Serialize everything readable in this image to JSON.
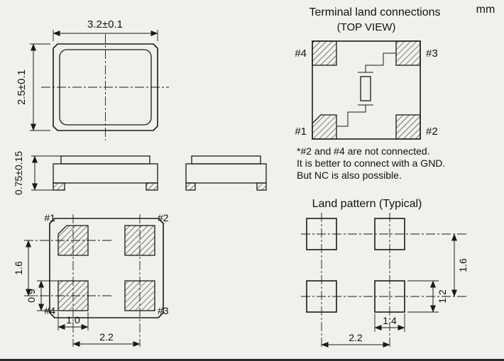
{
  "units_label": "mm",
  "top_view": {
    "width_dim": "3.2±0.1",
    "height_dim": "2.5±0.1"
  },
  "front_view": {
    "height_dim": "0.75±0.15"
  },
  "bottom_view": {
    "pad_labels": {
      "top_left": "#1",
      "top_right": "#2",
      "bottom_left": "#4",
      "bottom_right": "#3"
    },
    "dims": {
      "row_pitch": "1.6",
      "pad_height": "0.9",
      "pad_width": "1.0",
      "col_pitch": "2.2"
    }
  },
  "terminal_land": {
    "title": "Terminal land connections",
    "subtitle": "(TOP VIEW)",
    "pad_labels": {
      "top_left": "#4",
      "top_right": "#3",
      "bottom_left": "#1",
      "bottom_right": "#2"
    },
    "notes": {
      "line1": "*#2 and #4 are not connected.",
      "line2": "It is better to connect with a GND.",
      "line3": "But NC is also possible."
    }
  },
  "land_pattern": {
    "title": "Land pattern (Typical)",
    "dims": {
      "row_pitch": "1.6",
      "pad_height": "1.2",
      "pad_width": "1.4",
      "col_pitch": "2.2"
    }
  }
}
